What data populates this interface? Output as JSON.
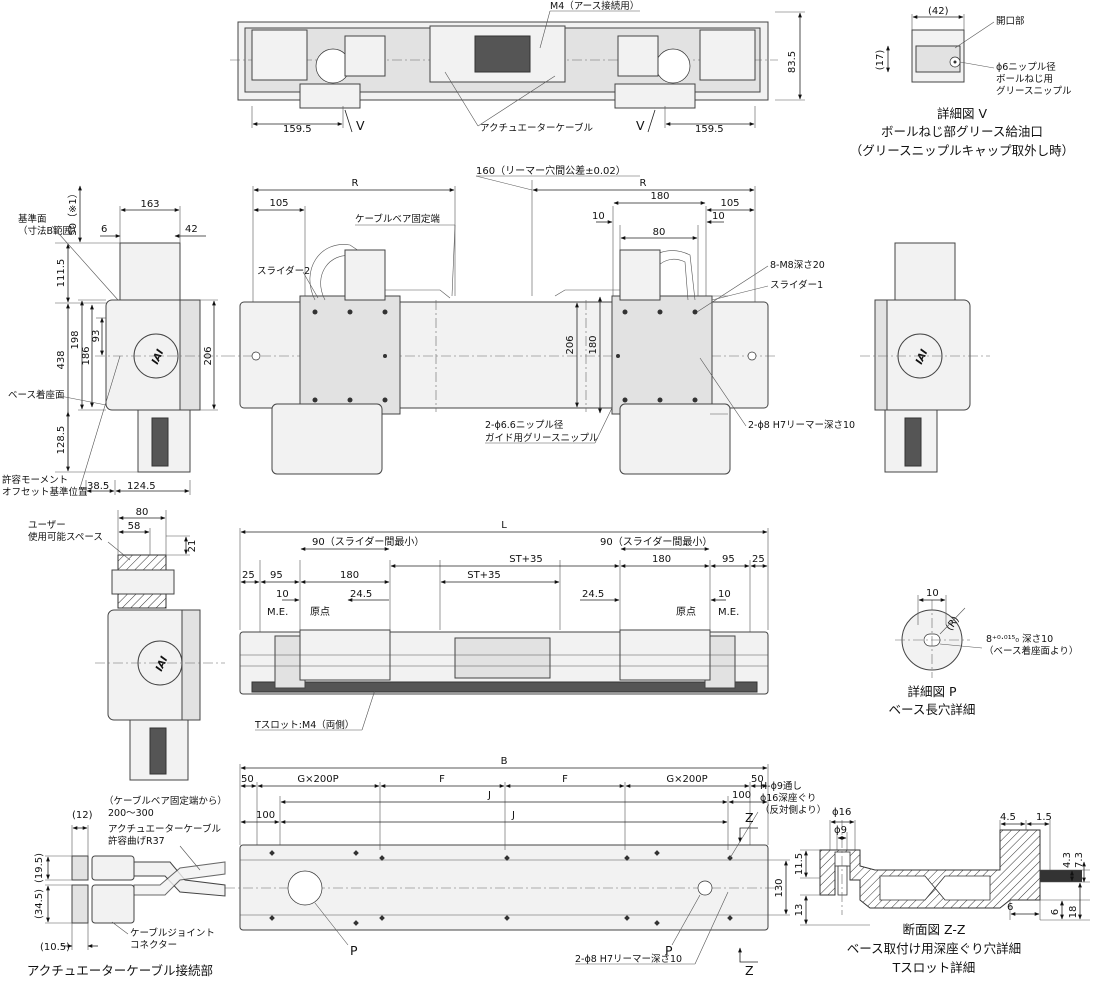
{
  "top_view": {
    "dim_left_159": "159.5",
    "dim_right_159": "159.5",
    "dim_height": "83.5",
    "label_m4": "M4（アース接続用）",
    "label_cable": "アクチュエーターケーブル",
    "marker_v_left": "V",
    "marker_v_right": "V"
  },
  "detail_v": {
    "dim_42": "(42)",
    "dim_17": "(17)",
    "label_opening": "開口部",
    "label_nipple_1": "ϕ6ニップル径",
    "label_nipple_2": "ボールねじ用",
    "label_nipple_3": "グリースニップル",
    "caption_1": "詳細図 V",
    "caption_2": "ボールねじ部グリース給油口",
    "caption_3": "（グリースニップルキャップ取外し時）"
  },
  "side_view_left": {
    "dim_50": "50（※1）",
    "dim_163": "163",
    "dim_6": "6",
    "dim_42": "42",
    "dim_111": "111.5",
    "dim_438": "438",
    "dim_198": "198",
    "dim_186": "186",
    "dim_93": "93",
    "dim_206": "206",
    "dim_128": "128.5",
    "dim_38": "38.5",
    "dim_124": "124.5",
    "label_ref_1": "基準面",
    "label_ref_2": "（寸法B範囲）",
    "label_base": "ベース着座面",
    "label_moment_1": "許容モーメント",
    "label_moment_2": "オフセット基準位置",
    "logo": "IAI"
  },
  "plan_view": {
    "dim_r_left": "R",
    "dim_r_right": "R",
    "dim_160": "160（リーマー穴間公差±0.02）",
    "dim_105_left": "105",
    "dim_105_right": "105",
    "dim_180": "180",
    "dim_10_left": "10",
    "dim_10_right": "10",
    "dim_80": "80",
    "dim_206": "206",
    "dim_180v": "180",
    "label_cable_fix": "ケーブルベア固定端",
    "label_slider2": "スライダー2",
    "label_slider1": "スライダー1",
    "label_m8": "8-M8深さ20",
    "label_nipple_1": "2-ϕ6.6ニップル径",
    "label_nipple_2": "ガイド用グリースニップル",
    "label_reamer": "2-ϕ8 H7リーマー深さ10"
  },
  "user_space": {
    "dim_80": "80",
    "dim_58": "58",
    "dim_21": "21",
    "label_1": "ユーザー",
    "label_2": "使用可能スペース"
  },
  "front_view": {
    "dim_L": "L",
    "dim_90_left": "90（スライダー間最小）",
    "dim_90_right": "90（スライダー間最小）",
    "dim_st_top": "ST+35",
    "dim_st_mid": "ST+35",
    "dim_25_left": "25",
    "dim_95_left": "95",
    "dim_180_left": "180",
    "dim_95_right": "95",
    "dim_25_right": "25",
    "dim_180_right": "180",
    "dim_10_left": "10",
    "dim_10_right": "10",
    "dim_24_left": "24.5",
    "dim_24_right": "24.5",
    "label_me_left": "M.E.",
    "label_me_right": "M.E.",
    "label_origin_left": "原点",
    "label_origin_right": "原点",
    "label_tslot": "Tスロット:M4（両側）"
  },
  "detail_p": {
    "dim_10": "10",
    "dim_r": "(R)",
    "label_hole_1": "8⁺⁰·⁰¹⁵₀ 深さ10",
    "label_hole_2": "（ベース着座面より）",
    "caption_1": "詳細図 P",
    "caption_2": "ベース長穴詳細"
  },
  "bottom_view": {
    "dim_B": "B",
    "dim_50_left": "50",
    "dim_50_right": "50",
    "dim_g_left": "G×200P",
    "dim_g_right": "G×200P",
    "dim_f_left": "F",
    "dim_f_right": "F",
    "dim_j_top": "J",
    "dim_j_mid": "J",
    "dim_100_left": "100",
    "dim_100_right": "100",
    "dim_130": "130",
    "label_h_1": "H-ϕ9通し",
    "label_h_2": "ϕ16深座ぐり",
    "label_h_3": "（反対側より）",
    "label_reamer": "2-ϕ8 H7リーマー深さ10",
    "marker_p_left": "P",
    "marker_p_right": "P",
    "marker_z_top": "Z",
    "marker_z_bottom": "Z"
  },
  "connector": {
    "label_range_1": "（ケーブルベア固定端から）",
    "label_range_2": "200～300",
    "label_bend_1": "アクチュエーターケーブル",
    "label_bend_2": "許容曲げR37",
    "label_joint_1": "ケーブルジョイント",
    "label_joint_2": "コネクター",
    "dim_12": "(12)",
    "dim_19": "(19.5)",
    "dim_34": "(34.5)",
    "dim_10": "(10.5)",
    "caption": "アクチュエーターケーブル接続部"
  },
  "section_zz": {
    "dim_16": "ϕ16",
    "dim_9": "ϕ9",
    "dim_11": "11.5",
    "dim_13": "13",
    "dim_45": "4.5",
    "dim_15": "1.5",
    "dim_43": "4.3",
    "dim_73": "7.3",
    "dim_6a": "6",
    "dim_6b": "6",
    "dim_18": "18",
    "caption_1": "断面図 Z-Z",
    "caption_2": "ベース取付け用深座ぐり穴詳細",
    "caption_3": "Tスロット詳細"
  }
}
